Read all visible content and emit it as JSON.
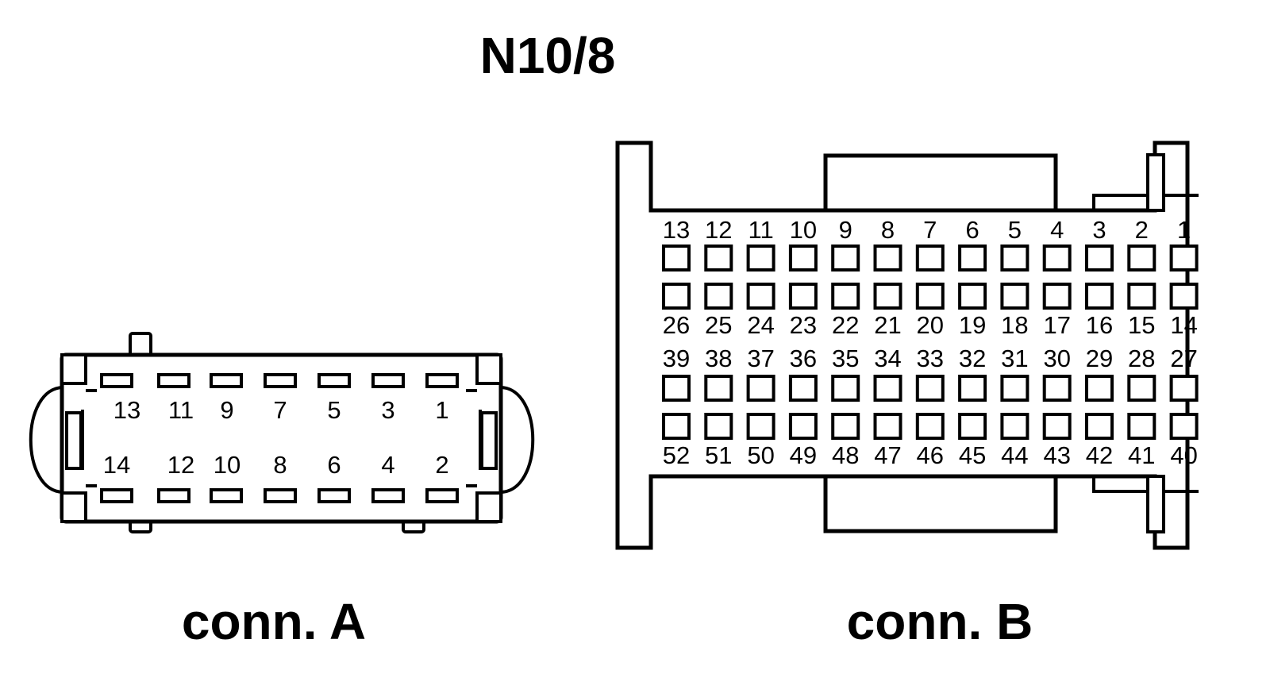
{
  "title": "N10/8",
  "connector_a": {
    "caption": "conn. A",
    "top_row_pins": [
      "13",
      "11",
      "9",
      "7",
      "5",
      "3",
      "1"
    ],
    "bottom_row_pins": [
      "14",
      "12",
      "10",
      "8",
      "6",
      "4",
      "2"
    ]
  },
  "connector_b": {
    "caption": "conn. B",
    "row1_pins": [
      "13",
      "12",
      "11",
      "10",
      "9",
      "8",
      "7",
      "6",
      "5",
      "4",
      "3",
      "2",
      "1"
    ],
    "row2_pins": [
      "26",
      "25",
      "24",
      "23",
      "22",
      "21",
      "20",
      "19",
      "18",
      "17",
      "16",
      "15",
      "14"
    ],
    "row3_pins": [
      "39",
      "38",
      "37",
      "36",
      "35",
      "34",
      "33",
      "32",
      "31",
      "30",
      "29",
      "28",
      "27"
    ],
    "row4_pins": [
      "52",
      "51",
      "50",
      "49",
      "48",
      "47",
      "46",
      "45",
      "44",
      "43",
      "42",
      "41",
      "40"
    ]
  }
}
